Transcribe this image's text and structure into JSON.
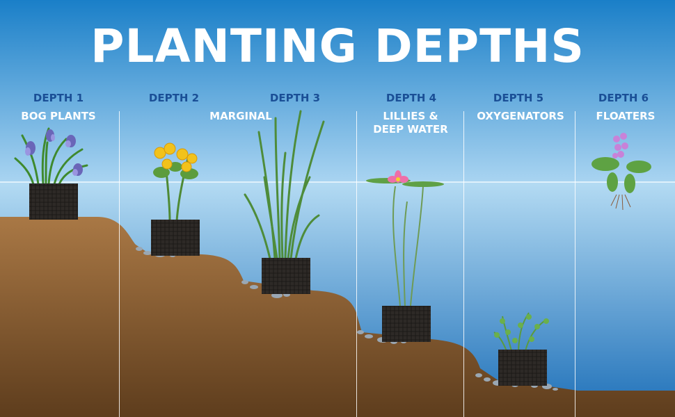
{
  "title": "PLANTING DEPTHS",
  "depths": [
    {
      "label": "DEPTH 1"
    },
    {
      "label": "DEPTH 2"
    },
    {
      "label": "DEPTH 3"
    },
    {
      "label": "DEPTH 4"
    },
    {
      "label": "DEPTH 5"
    },
    {
      "label": "DEPTH 6"
    }
  ],
  "categories": {
    "bog": "BOG PLANTS",
    "marginal": "MARGINAL",
    "lillies_line1": "LILLIES &",
    "lillies_line2": "DEEP WATER",
    "oxygenators": "OXYGENATORS",
    "floaters": "FLOATERS"
  },
  "colors": {
    "sky_top": "#1a7fc8",
    "sky_bottom": "#a9d4f1",
    "water_top": "#b4dbf3",
    "water_bottom": "#1d6fb8",
    "soil_top": "#a97845",
    "soil_bottom": "#5e3d1d",
    "depth_label": "#1a4f96",
    "pot": "#2e2a27"
  },
  "plants": [
    {
      "icon": "iris-plant-icon"
    },
    {
      "icon": "marsh-marigold-icon"
    },
    {
      "icon": "reed-grass-icon"
    },
    {
      "icon": "water-lily-icon"
    },
    {
      "icon": "oxygenator-plant-icon"
    },
    {
      "icon": "water-hyacinth-icon"
    }
  ]
}
